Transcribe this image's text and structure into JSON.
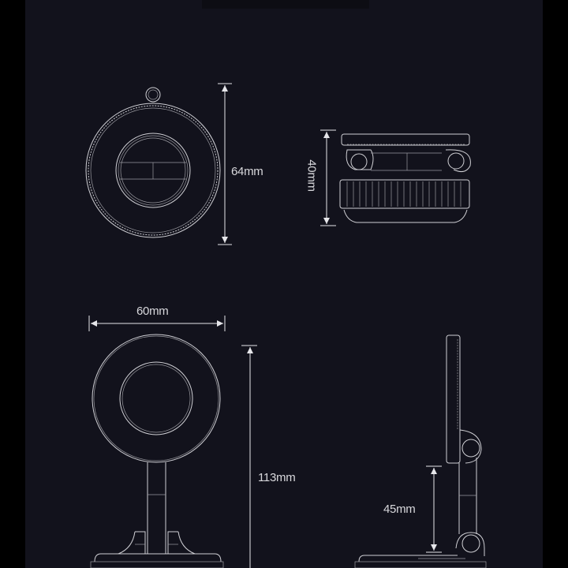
{
  "colors": {
    "outer_background": "#000000",
    "panel_background": "#12121c",
    "line_color": "#cfcfd4",
    "text_color": "#d8d8dc"
  },
  "views": [
    {
      "id": "top-view-mount",
      "label": "64mm",
      "dimension": "height",
      "value_mm": 64
    },
    {
      "id": "side-view-mount",
      "label": "40mm",
      "dimension": "height",
      "value_mm": 40,
      "orientation": "rotated-vertical"
    },
    {
      "id": "front-view-stand",
      "width_label": "60mm",
      "width_mm": 60,
      "height_label": "113mm",
      "height_mm": 113
    },
    {
      "id": "side-view-stand",
      "label": "45mm",
      "dimension": "stem height",
      "value_mm": 45
    }
  ],
  "labels": {
    "top_view_height": "64mm",
    "side_view_height": "40mm",
    "front_view_width": "60mm",
    "front_view_height": "113mm",
    "side_view_stem": "45mm"
  }
}
